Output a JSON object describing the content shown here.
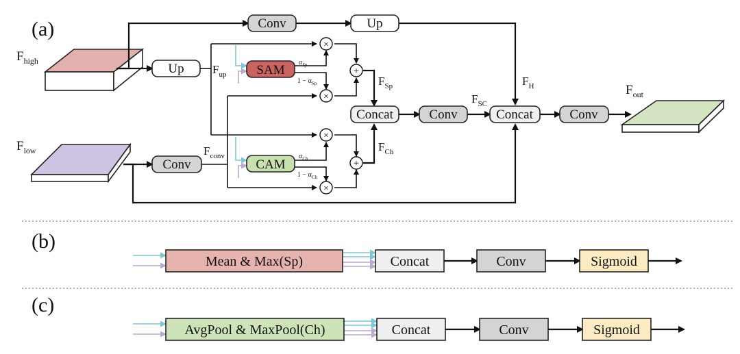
{
  "panels": {
    "a": "(a)",
    "b": "(b)",
    "c": "(c)"
  },
  "colors": {
    "high_feature": "#e3b1ad",
    "low_feature": "#cfc4e4",
    "out_feature": "#d4e4c2",
    "sam": "#c9645f",
    "cam": "#c8dfae",
    "conv": "#d4d4d4",
    "concat": "#efefef",
    "sigmoid": "#fdebc4",
    "meanmax": "#e7b3ae",
    "avgmax": "#cfe3b9"
  },
  "a": {
    "feat_high": {
      "main": "F",
      "sub": "high"
    },
    "feat_low": {
      "main": "F",
      "sub": "low"
    },
    "feat_out": {
      "main": "F",
      "sub": "out"
    },
    "conv_top": "Conv",
    "up_top": "Up",
    "up_mid": "Up",
    "conv_low": "Conv",
    "sam": "SAM",
    "cam": "CAM",
    "concat_mid": "Concat",
    "conv_mid": "Conv",
    "concat_right": "Concat",
    "conv_right": "Conv",
    "lbl_fup": {
      "main": "F",
      "sub": "up"
    },
    "lbl_fconv": {
      "main": "F",
      "sub": "conv"
    },
    "lbl_fsp": {
      "main": "F",
      "sub": "Sp"
    },
    "lbl_fch": {
      "main": "F",
      "sub": "Ch"
    },
    "lbl_fsc": {
      "main": "F",
      "sub": "SC"
    },
    "lbl_fh": {
      "main": "F",
      "sub": "H"
    },
    "alpha_sp": {
      "main": "α",
      "sub": "Sp"
    },
    "one_minus_alpha_sp": {
      "main": "1 − α",
      "sub": "Sp"
    },
    "alpha_ch": {
      "main": "α",
      "sub": "Ch"
    },
    "one_minus_alpha_ch": {
      "main": "1 − α",
      "sub": "Ch"
    },
    "multiply_symbol": "×",
    "add_symbol": "+"
  },
  "b": {
    "pool": "Mean & Max(Sp)",
    "concat": "Concat",
    "conv": "Conv",
    "sigmoid": "Sigmoid"
  },
  "c": {
    "pool": "AvgPool & MaxPool(Ch)",
    "concat": "Concat",
    "conv": "Conv",
    "sigmoid": "Sigmoid"
  }
}
